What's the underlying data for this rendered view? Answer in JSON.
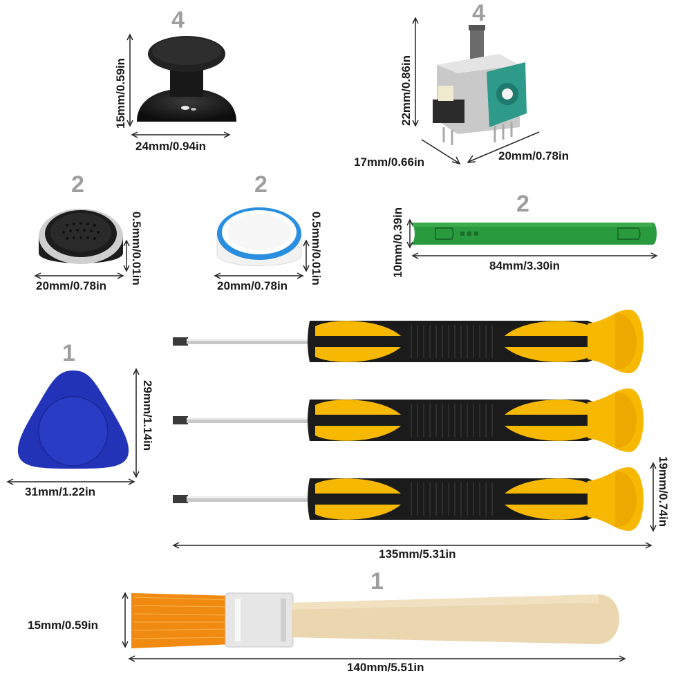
{
  "items": {
    "thumbstick": {
      "quantity": "4",
      "height_label": "15mm/0.59in",
      "width_label": "24mm/0.94in"
    },
    "joystick_module": {
      "quantity": "4",
      "height_label": "22mm/0.86in",
      "depth_label": "17mm/0.66in",
      "width_label": "20mm/0.78in"
    },
    "grip_cap_black": {
      "quantity": "2",
      "height_label": "0.5mm/0.01in",
      "width_label": "20mm/0.78in"
    },
    "grip_cap_blue": {
      "quantity": "2",
      "height_label": "0.5mm/0.01in",
      "width_label": "20mm/0.78in"
    },
    "spudger": {
      "quantity": "2",
      "height_label": "10mm/0.39in",
      "width_label": "84mm/3.30in"
    },
    "pick": {
      "quantity": "1",
      "height_label": "29mm/1.14in",
      "width_label": "31mm/1.22in"
    },
    "screwdrivers": {
      "height_label": "19mm/0.74in",
      "width_label": "135mm/5.31in"
    },
    "brush": {
      "quantity": "1",
      "height_label": "15mm/0.59in",
      "width_label": "140mm/5.51in"
    }
  },
  "colors": {
    "label": "#1a1a1a",
    "quantity": "#9e9e9e",
    "handle_yellow": "#f6b800",
    "handle_black": "#1b1b1b",
    "spudger_green": "#2a9a3e",
    "pick_blue": "#2233b8",
    "module_teal": "#2e9a8a",
    "ring_blue": "#2a8ee0",
    "bristle_orange": "#f08a10",
    "wood": "#ead7b0"
  }
}
